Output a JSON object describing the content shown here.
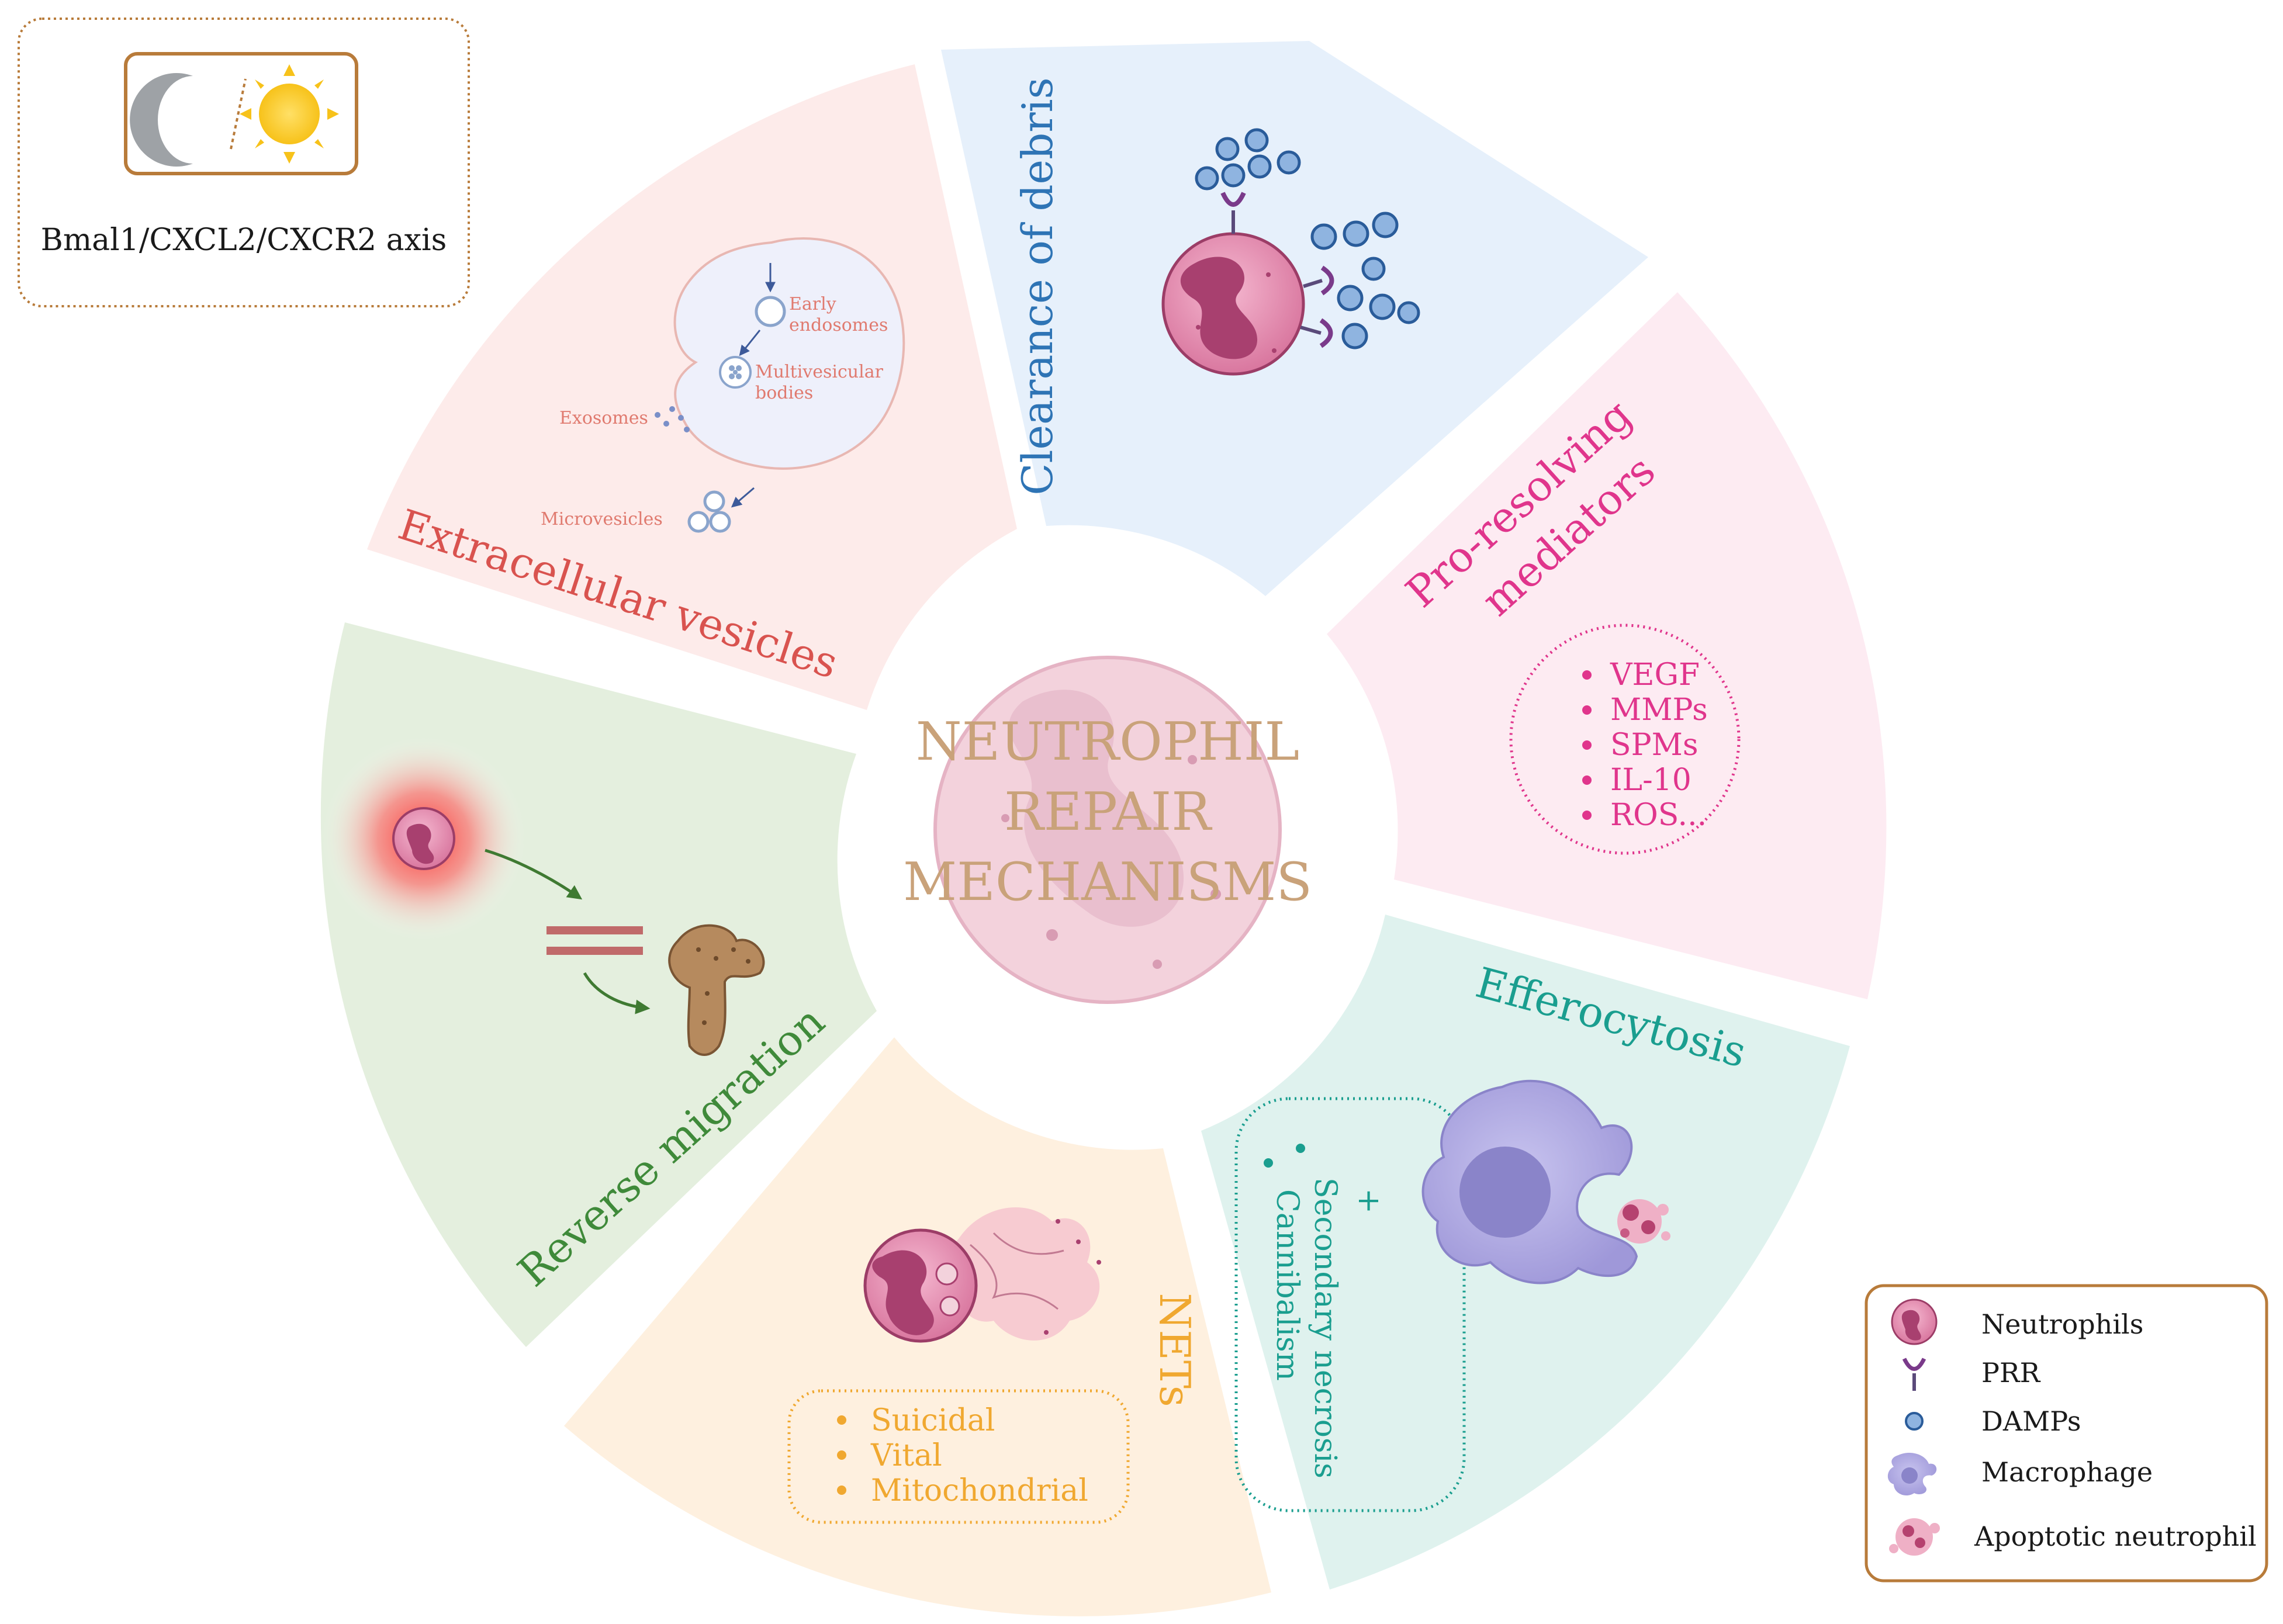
{
  "center": {
    "title_line1": "NEUTROPHIL",
    "title_line2": "REPAIR",
    "title_line3": "MECHANISMS"
  },
  "circadian_box": {
    "label": "Bmal1/CXCL2/CXCR2 axis"
  },
  "sectors": {
    "extracellular_vesicles": {
      "title": "Extracellular vesicles",
      "early_endosomes_line1": "Early",
      "early_endosomes_line2": "endosomes",
      "mvb_line1": "Multivesicular",
      "mvb_line2": "bodies",
      "exosomes": "Exosomes",
      "microvesicles": "Microvesicles"
    },
    "clearance": {
      "title": "Clearance of debris"
    },
    "pro_resolving": {
      "title_line1": "Pro-resolving",
      "title_line2": "mediators",
      "items": [
        "VEGF",
        "MMPs",
        "SPMs",
        "IL-10",
        "ROS..."
      ]
    },
    "efferocytosis": {
      "title": "Efferocytosis",
      "items": [
        "Secondary necrosis",
        "Cannibalism"
      ],
      "plus": "+"
    },
    "nets": {
      "title": "NETs",
      "items": [
        "Suicidal",
        "Vital",
        "Mitochondrial"
      ]
    },
    "reverse_migration": {
      "title": "Reverse migration"
    }
  },
  "legend": {
    "items": [
      "Neutrophils",
      "PRR",
      "DAMPs",
      "Macrophage",
      "Apoptotic neutrophil"
    ]
  },
  "colors": {
    "ev": "#d9534f",
    "clearance": "#2e74b5",
    "pro_resolving": "#e0358c",
    "efferocytosis": "#1a9e8f",
    "nets": "#f0a830",
    "reverse": "#3f8a3a",
    "center_text": "#c9a27a",
    "legend_border": "#b87b3a"
  }
}
